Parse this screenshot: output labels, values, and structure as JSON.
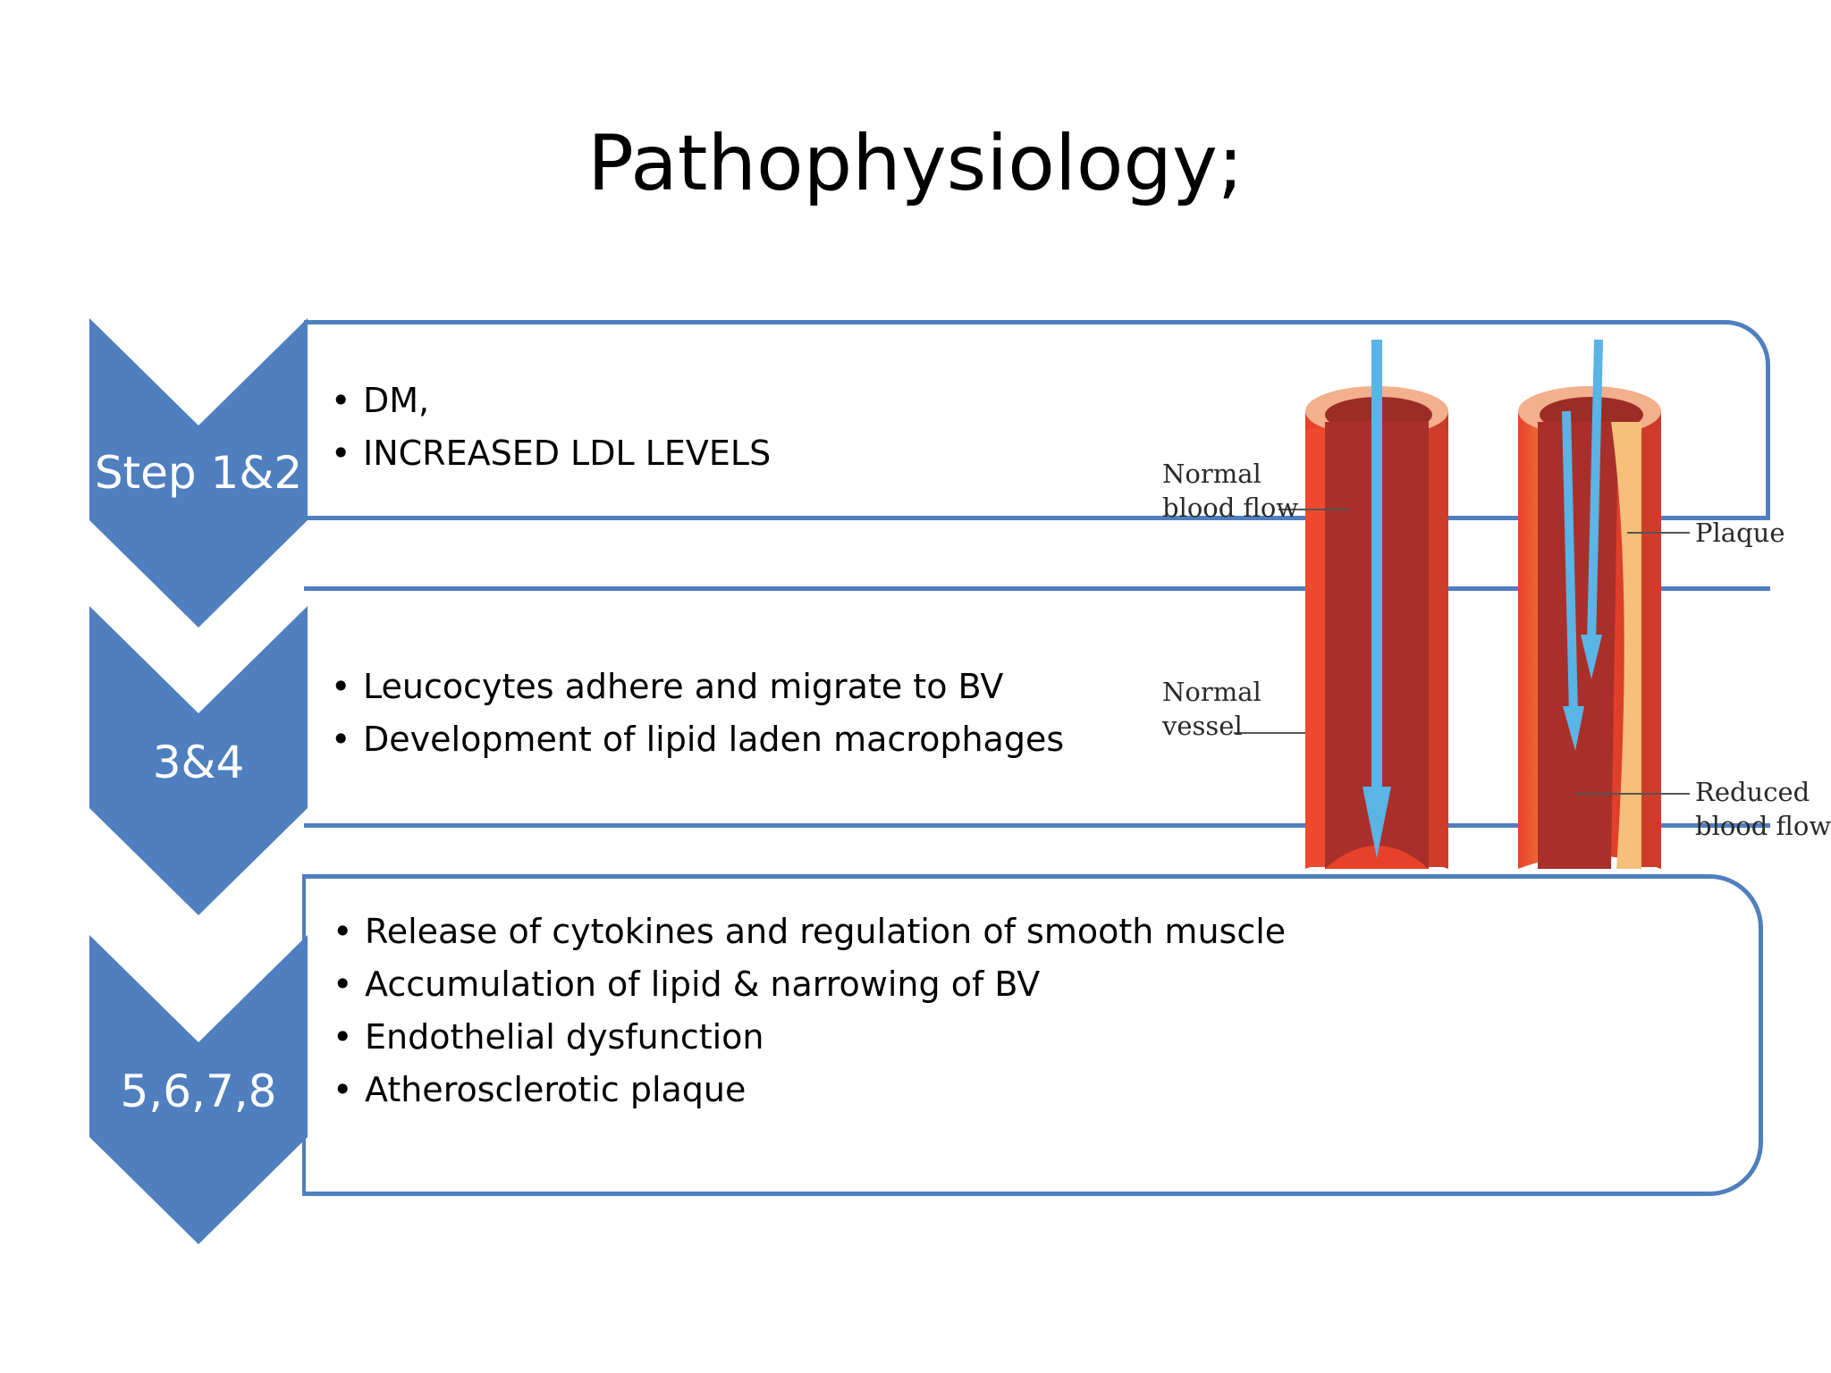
{
  "slide": {
    "title": "Pathophysiology;",
    "colors": {
      "accent": "#4f7fbf",
      "panel_border": "#4f7fbf",
      "artery_red": "#e8412a",
      "artery_dark": "#a9302a",
      "flow_arrow": "#5ab4e5"
    },
    "bullet_glyph": "•",
    "steps": [
      {
        "label": "Step 1&2",
        "bullets": [
          "DM,",
          "INCREASED LDL LEVELS"
        ]
      },
      {
        "label": "3&4",
        "bullets": [
          "Leucocytes adhere and migrate to BV",
          "Development of lipid laden macrophages"
        ]
      },
      {
        "label": "5,6,7,8",
        "bullets": [
          "Release of cytokines and regulation of smooth muscle",
          "Accumulation of lipid & narrowing of BV",
          "Endothelial dysfunction",
          "Atherosclerotic plaque"
        ]
      }
    ],
    "figure": {
      "labels": {
        "normal_blood_flow": [
          "Normal",
          "blood flow"
        ],
        "normal_vessel": [
          "Normal",
          "vessel"
        ],
        "plaque": "Plaque",
        "reduced_blood_flow": [
          "Reduced",
          "blood flow"
        ]
      }
    }
  }
}
